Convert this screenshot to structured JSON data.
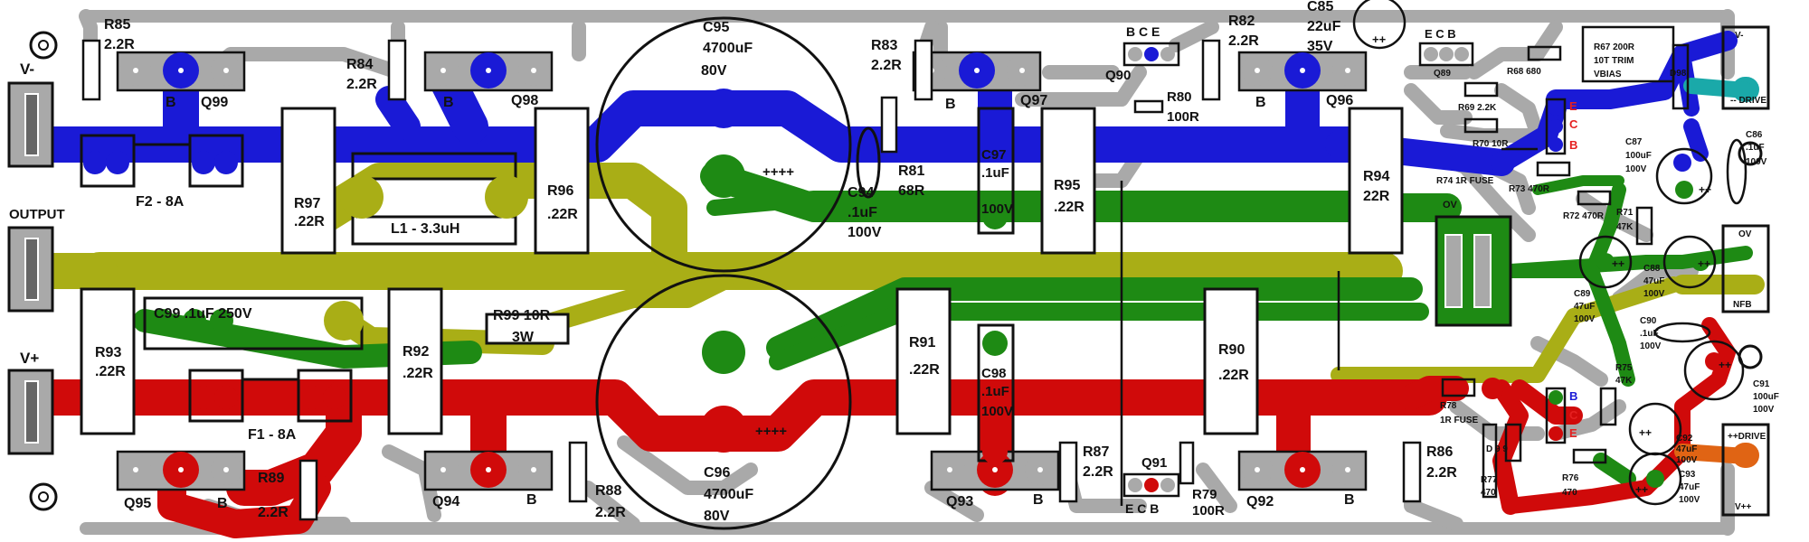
{
  "colors": {
    "background": "#ffffff",
    "grey_track": "#a9a9a9",
    "blue_track": "#1a1ad6",
    "green_track": "#1e8a14",
    "olive_track": "#a9ae16",
    "red_track": "#d00a0a",
    "teal_pad": "#1aa9a9",
    "orange_pad": "#e06414",
    "outline": "#111111"
  },
  "connectors": {
    "v_minus": "V-",
    "output": "OUTPUT",
    "v_plus": "V+",
    "v_minus_drive": "V-",
    "minus_drive": "-- DRIVE",
    "ov_right": "OV",
    "nfb": "NFB",
    "plus_drive": "++DRIVE",
    "v_plus_plus": "V++"
  },
  "capacitors": {
    "c95": {
      "ref": "C95",
      "value": "4700uF",
      "voltage": "80V",
      "polarity": "++++"
    },
    "c96": {
      "ref": "C96",
      "value": "4700uF",
      "voltage": "80V",
      "polarity": "++++"
    },
    "c94": {
      "ref": "C94",
      "value": ".1uF",
      "voltage": "100V"
    },
    "c97": {
      "ref": "C97",
      "value": ".1uF",
      "voltage": "100V"
    },
    "c98": {
      "ref": "C98",
      "value": ".1uF",
      "voltage": "100V"
    },
    "c99": "C99 .1uF 250V",
    "c85": {
      "ref": "C85",
      "value": "22uF",
      "voltage": "35V",
      "polarity": "++"
    },
    "c86": {
      "ref": "C86",
      "value": ".1uF",
      "voltage": "100V"
    },
    "c87": {
      "ref": "C87",
      "value": "100uF",
      "voltage": "100V",
      "polarity": "++"
    },
    "c88": {
      "ref": "C88",
      "value": "47uF",
      "voltage": "100V",
      "polarity": "++"
    },
    "c89": {
      "ref": "C89",
      "value": "47uF",
      "voltage": "100V",
      "polarity": "++"
    },
    "c90": {
      "ref": "C90",
      "value": ".1uF",
      "voltage": "100V"
    },
    "c91": {
      "ref": "C91",
      "value": "100uF",
      "voltage": "100V",
      "polarity": "++"
    },
    "c92": {
      "ref": "C92",
      "value": "47uF",
      "voltage": "100V",
      "polarity": "++"
    },
    "c93": {
      "ref": "C93",
      "value": "47uF",
      "voltage": "100V",
      "polarity": "++"
    }
  },
  "resistors": {
    "r85": {
      "ref": "R85",
      "value": "2.2R"
    },
    "r84": {
      "ref": "R84",
      "value": "2.2R"
    },
    "r83": {
      "ref": "R83",
      "value": "2.2R"
    },
    "r82": {
      "ref": "R82",
      "value": "2.2R"
    },
    "r80": {
      "ref": "R80",
      "value": "100R"
    },
    "r81": {
      "ref": "R81",
      "value": "68R"
    },
    "r97": {
      "ref": "R97",
      "value": ".22R"
    },
    "r96": {
      "ref": "R96",
      "value": ".22R"
    },
    "r95": {
      "ref": "R95",
      "value": ".22R"
    },
    "r94": {
      "ref": "R94",
      "value": "22R"
    },
    "r93": {
      "ref": "R93",
      "value": ".22R"
    },
    "r92": {
      "ref": "R92",
      "value": ".22R"
    },
    "r91": {
      "ref": "R91",
      "value": ".22R"
    },
    "r90": {
      "ref": "R90",
      "value": ".22R"
    },
    "r99": {
      "ref": "R99 10R",
      "value": "3W"
    },
    "r89": {
      "ref": "R89",
      "value": "2.2R"
    },
    "r88": {
      "ref": "R88",
      "value": "2.2R"
    },
    "r87": {
      "ref": "R87",
      "value": "2.2R"
    },
    "r86": {
      "ref": "R86",
      "value": "2.2R"
    },
    "r79": {
      "ref": "R79",
      "value": "100R"
    },
    "r67": {
      "ref": "R67 200R",
      "line2": "10T TRIM",
      "line3": "VBIAS"
    },
    "r68": "R68 680",
    "r69": "R69 2.2K",
    "r70": "R70 10R",
    "r74": "R74 1R FUSE",
    "r73": "R73 470R",
    "r72": "R72 470R",
    "r71": {
      "ref": "R71",
      "value": "47K"
    },
    "r75": {
      "ref": "R75",
      "value": "47K"
    },
    "r78": {
      "ref": "R78",
      "value": "1R FUSE"
    },
    "r77": {
      "ref": "R77",
      "value": "470"
    },
    "r76": {
      "ref": "R76",
      "value": "470"
    }
  },
  "transistors": {
    "q99": "Q99",
    "q98": "Q98",
    "q97": "Q97",
    "q96": "Q96",
    "q95": "Q95",
    "q94": "Q94",
    "q93": "Q93",
    "q92": "Q92",
    "q90": "Q90",
    "q91": "Q91",
    "q89": "Q89",
    "base": "B",
    "q90_pins": "B C E",
    "q91_pins": "E C B",
    "q89_pins": "E C B",
    "driver_top_pins": [
      "E",
      "C",
      "B"
    ],
    "driver_bottom_pins": [
      "B",
      "C",
      "E"
    ]
  },
  "fuses": {
    "f1": "F1 - 8A",
    "f2": "F2 - 8A"
  },
  "inductor": "L1 - 3.3uH",
  "diodes": {
    "d98": "D98",
    "d99": "D 9 9"
  },
  "ground_label": "OV"
}
